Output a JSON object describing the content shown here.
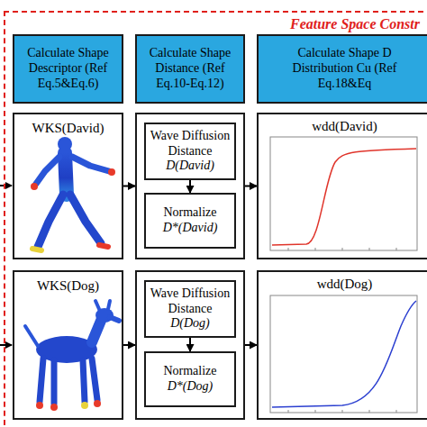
{
  "diagram": {
    "nodes": [
      {
        "text": [
          "Feature Space Constr"
        ]
      },
      {
        "text": [
          "Calculate Shape Descriptor (Ref Eq.5&Eq.6)"
        ],
        "in": 0
      },
      {
        "text": [
          "Calculate Shape Distance (Ref Eq.10-Eq.12)"
        ],
        "in": 0
      },
      {
        "text": [
          "Calculate Shape D Distribution Cu (Ref Eq.18&Eq"
        ],
        "in": 0
      },
      {
        "text": [
          "WKS(David)"
        ],
        "in": 0
      },
      {
        "text": [],
        "in": 0
      },
      {
        "text": [
          "Wave Diffusion Distance",
          "D(David)"
        ],
        "in": 5
      },
      {
        "text": [
          "Normalize",
          "D*(David)"
        ],
        "in": 5
      },
      {
        "text": [
          "wdd(David)"
        ],
        "in": 0
      },
      {
        "text": [
          "WKS(Dog)"
        ],
        "in": 0
      },
      {
        "text": [],
        "in": 0
      },
      {
        "text": [
          "Wave Diffusion Distance",
          "D(Dog)"
        ],
        "in": 10
      },
      {
        "text": [
          "Normalize",
          "D*(Dog)"
        ],
        "in": 10
      },
      {
        "text": [
          "wdd(Dog)"
        ],
        "in": 0
      }
    ],
    "edges": [
      {
        "from": 4,
        "to": 5,
        "arrow": "to"
      },
      {
        "from": 6,
        "to": 7,
        "arrow": "to"
      },
      {
        "from": 5,
        "to": 8,
        "arrow": "to"
      },
      {
        "from": 9,
        "to": 10,
        "arrow": "to"
      },
      {
        "from": 11,
        "to": 12,
        "arrow": "to"
      },
      {
        "from": 10,
        "to": 13,
        "arrow": "to"
      }
    ]
  }
}
